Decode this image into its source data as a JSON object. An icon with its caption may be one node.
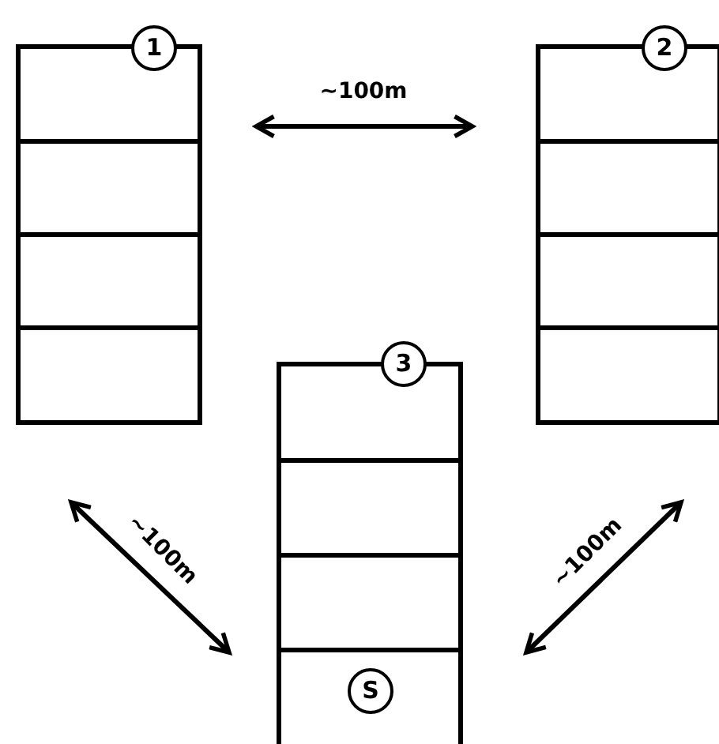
{
  "diagram": {
    "nodes": [
      {
        "text": [],
        "shape": "box"
      },
      {
        "text": [
          "1"
        ]
      },
      {
        "text": [],
        "shape": "box"
      },
      {
        "text": [
          "2"
        ]
      },
      {
        "text": [],
        "shape": "box"
      },
      {
        "text": [
          "3"
        ]
      },
      {
        "text": [
          "S"
        ],
        "in": 4
      }
    ],
    "labels": [
      "~100m",
      "~100m",
      "~100m"
    ]
  }
}
